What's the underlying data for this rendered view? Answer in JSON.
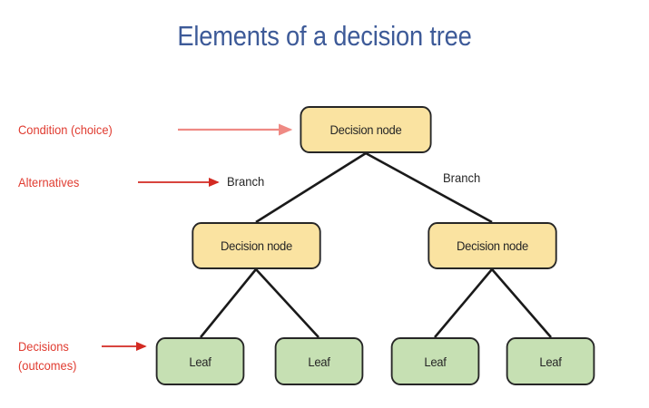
{
  "title": "Elements of a decision tree",
  "colors": {
    "title": "#3d5a98",
    "annotation": "#e03c31",
    "decision_fill": "#fae3a1",
    "leaf_fill": "#c6e0b3",
    "node_border": "#262626",
    "edge": "#1a1a1a",
    "arrow_light": "#ef8a84",
    "arrow_dark": "#d32a22",
    "background": "#ffffff"
  },
  "annotations": {
    "condition": "Condition (choice)",
    "alternatives": "Alternatives",
    "decisions_line1": "Decisions",
    "decisions_line2": "(outcomes)"
  },
  "branches": {
    "left_label": "Branch",
    "right_label": "Branch"
  },
  "nodes": {
    "root": {
      "label": "Decision node",
      "type": "decision"
    },
    "mid_left": {
      "label": "Decision node",
      "type": "decision"
    },
    "mid_right": {
      "label": "Decision node",
      "type": "decision"
    },
    "leaf_1": {
      "label": "Leaf",
      "type": "leaf"
    },
    "leaf_2": {
      "label": "Leaf",
      "type": "leaf"
    },
    "leaf_3": {
      "label": "Leaf",
      "type": "leaf"
    },
    "leaf_4": {
      "label": "Leaf",
      "type": "leaf"
    }
  },
  "chart_data": {
    "type": "diagram",
    "title": "Elements of a decision tree",
    "structure": "binary decision tree, 3 levels",
    "levels": [
      {
        "level": 0,
        "nodes": [
          "Decision node"
        ]
      },
      {
        "level": 1,
        "nodes": [
          "Decision node",
          "Decision node"
        ]
      },
      {
        "level": 2,
        "nodes": [
          "Leaf",
          "Leaf",
          "Leaf",
          "Leaf"
        ]
      }
    ],
    "edge_labels": [
      "Branch",
      "Branch"
    ],
    "callouts": [
      {
        "text": "Condition (choice)",
        "points_to": "root decision node"
      },
      {
        "text": "Alternatives",
        "points_to": "Branch"
      },
      {
        "text": "Decisions (outcomes)",
        "points_to": "leaf nodes"
      }
    ]
  }
}
